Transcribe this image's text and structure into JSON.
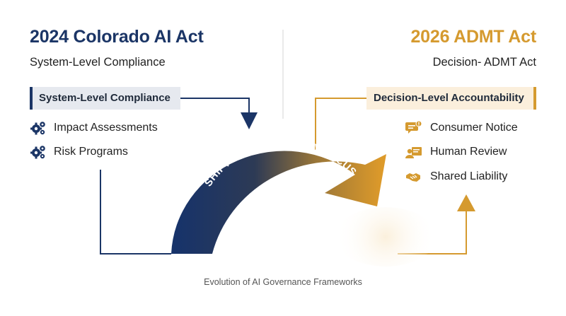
{
  "left": {
    "title": "2024 Colorado AI Act",
    "subtitle": "System-Level Compliance",
    "tag": "System-Level Compliance",
    "items": [
      {
        "label": "Impact Assessments",
        "icon": "gears-icon"
      },
      {
        "label": "Risk Programs",
        "icon": "gears-icon"
      }
    ]
  },
  "right": {
    "title": "2026 ADMT Act",
    "subtitle": "Decision- ADMT Act",
    "tag": "Decision-Level Accountability",
    "items": [
      {
        "label": "Consumer Notice",
        "icon": "notice-chat-icon"
      },
      {
        "label": "Human Review",
        "icon": "human-review-icon"
      },
      {
        "label": "Shared Liability",
        "icon": "handshake-icon"
      }
    ]
  },
  "arc_text": "SHIFT IN REGULATORY FOCUS",
  "footer": "Evolution of AI Governance Frameworks",
  "colors": {
    "navy": "#1b3566",
    "gold": "#d59a2f"
  }
}
